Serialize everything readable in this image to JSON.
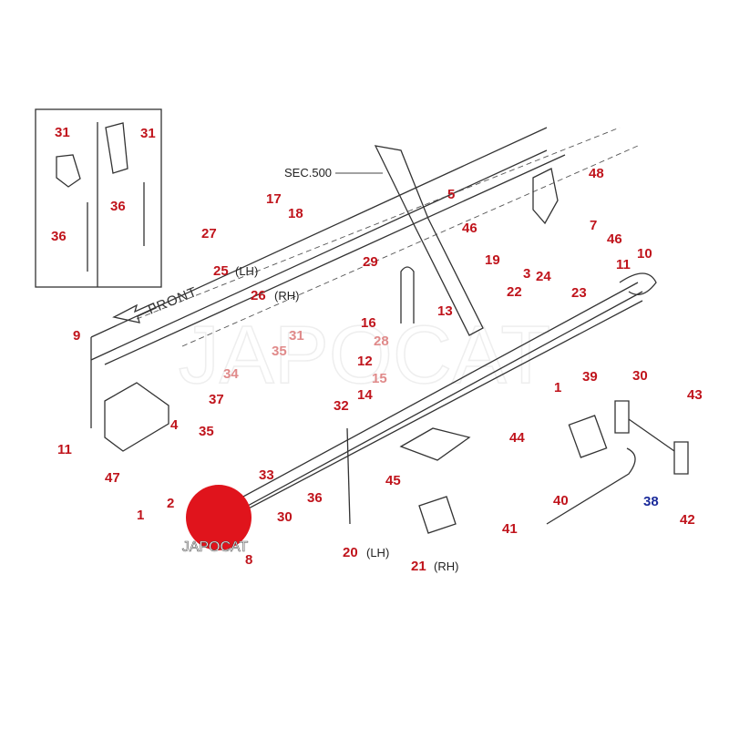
{
  "diagram": {
    "direction_label": "FRONT",
    "watermark": "JAPOCAT",
    "logo_text": "JAPOCAT",
    "reference": "SEC.500",
    "callouts": [
      {
        "text": "31",
        "tone": "red"
      },
      {
        "text": "31",
        "tone": "red"
      },
      {
        "text": "36",
        "tone": "red"
      },
      {
        "text": "36",
        "tone": "red"
      },
      {
        "text": "17",
        "tone": "red"
      },
      {
        "text": "18",
        "tone": "red"
      },
      {
        "text": "27",
        "tone": "red"
      },
      {
        "text": "25",
        "tone": "red"
      },
      {
        "text": "(LH)",
        "tone": "dark"
      },
      {
        "text": "26",
        "tone": "red"
      },
      {
        "text": "(RH)",
        "tone": "dark"
      },
      {
        "text": "29",
        "tone": "red"
      },
      {
        "text": "16",
        "tone": "red"
      },
      {
        "text": "28",
        "tone": "pink"
      },
      {
        "text": "13",
        "tone": "red"
      },
      {
        "text": "12",
        "tone": "red"
      },
      {
        "text": "15",
        "tone": "pink"
      },
      {
        "text": "14",
        "tone": "red"
      },
      {
        "text": "19",
        "tone": "red"
      },
      {
        "text": "5",
        "tone": "red"
      },
      {
        "text": "46",
        "tone": "red"
      },
      {
        "text": "48",
        "tone": "red"
      },
      {
        "text": "7",
        "tone": "red"
      },
      {
        "text": "46",
        "tone": "red"
      },
      {
        "text": "10",
        "tone": "red"
      },
      {
        "text": "11",
        "tone": "red"
      },
      {
        "text": "3",
        "tone": "red"
      },
      {
        "text": "24",
        "tone": "red"
      },
      {
        "text": "23",
        "tone": "red"
      },
      {
        "text": "22",
        "tone": "red"
      },
      {
        "text": "1",
        "tone": "red"
      },
      {
        "text": "9",
        "tone": "red"
      },
      {
        "text": "11",
        "tone": "red"
      },
      {
        "text": "47",
        "tone": "red"
      },
      {
        "text": "4",
        "tone": "red"
      },
      {
        "text": "35",
        "tone": "pink"
      },
      {
        "text": "31",
        "tone": "pink"
      },
      {
        "text": "34",
        "tone": "pink"
      },
      {
        "text": "37",
        "tone": "red"
      },
      {
        "text": "32",
        "tone": "red"
      },
      {
        "text": "35",
        "tone": "red"
      },
      {
        "text": "33",
        "tone": "red"
      },
      {
        "text": "36",
        "tone": "red"
      },
      {
        "text": "2",
        "tone": "red"
      },
      {
        "text": "1",
        "tone": "red"
      },
      {
        "text": "30",
        "tone": "red"
      },
      {
        "text": "8",
        "tone": "red"
      },
      {
        "text": "20",
        "tone": "red"
      },
      {
        "text": "(LH)",
        "tone": "dark"
      },
      {
        "text": "21",
        "tone": "red"
      },
      {
        "text": "(RH)",
        "tone": "dark"
      },
      {
        "text": "44",
        "tone": "red"
      },
      {
        "text": "45",
        "tone": "red"
      },
      {
        "text": "39",
        "tone": "red"
      },
      {
        "text": "30",
        "tone": "red"
      },
      {
        "text": "43",
        "tone": "red"
      },
      {
        "text": "40",
        "tone": "red"
      },
      {
        "text": "38",
        "tone": "blue"
      },
      {
        "text": "41",
        "tone": "red"
      },
      {
        "text": "42",
        "tone": "red"
      }
    ],
    "colors": {
      "callout": "#c0141c",
      "logo": "#e0141c",
      "accent_callout": "#1a2a9a"
    }
  }
}
